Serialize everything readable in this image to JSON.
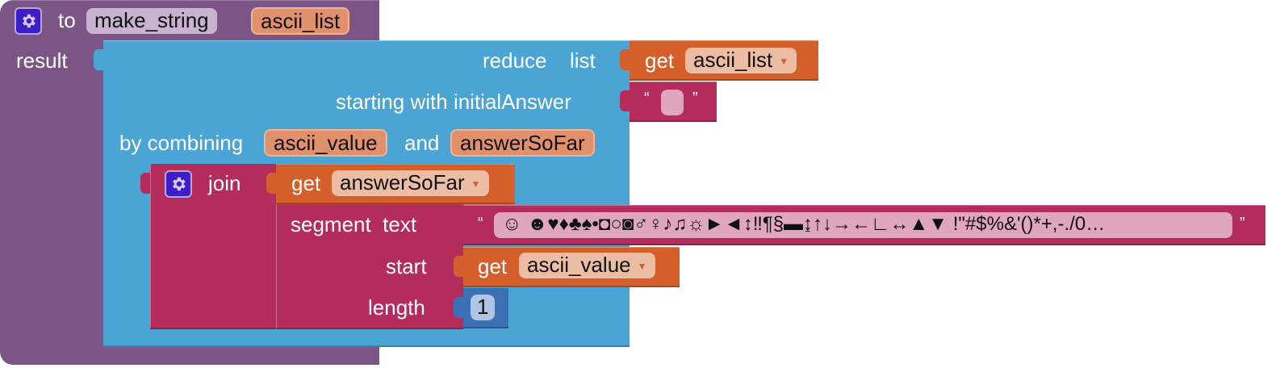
{
  "procedure": {
    "gear_icon": "gear-icon",
    "keyword_to": "to",
    "name": "make_string",
    "param": "ascii_list",
    "result_label": "result"
  },
  "reduce": {
    "label_reduce": "reduce",
    "label_list": "list",
    "label_starting": "starting with initialAnswer",
    "label_by_combining": "by combining",
    "item_param": "ascii_value",
    "label_and": "and",
    "answer_param": "answerSoFar",
    "list_input": {
      "keyword": "get",
      "var": "ascii_list"
    },
    "initial_input": {
      "open_quote": "“",
      "value": "",
      "close_quote": "”"
    }
  },
  "join": {
    "gear_icon": "gear-icon",
    "label": "join",
    "first_input": {
      "keyword": "get",
      "var": "answerSoFar"
    }
  },
  "segment": {
    "label_text": "segment  text",
    "label_start": "start",
    "label_length": "length",
    "text_input": {
      "open_quote": "“",
      "value": "☺ ☻♥♦♣♠•◘○◙♂♀♪♫☼►◄↕‼¶§▬↨↑↓→←∟↔▲▼ !\"#$%&'()*+,-./0…",
      "close_quote": "”"
    },
    "start_input": {
      "keyword": "get",
      "var": "ascii_value"
    },
    "length_input": {
      "value": "1"
    }
  },
  "colors": {
    "procedure": "#7b5586",
    "lists": "#4aa5d4",
    "text": "#b42c5c",
    "variables": "#d45f2b",
    "math": "#3b70b5",
    "mutator_gear": "#3b1ec9"
  }
}
